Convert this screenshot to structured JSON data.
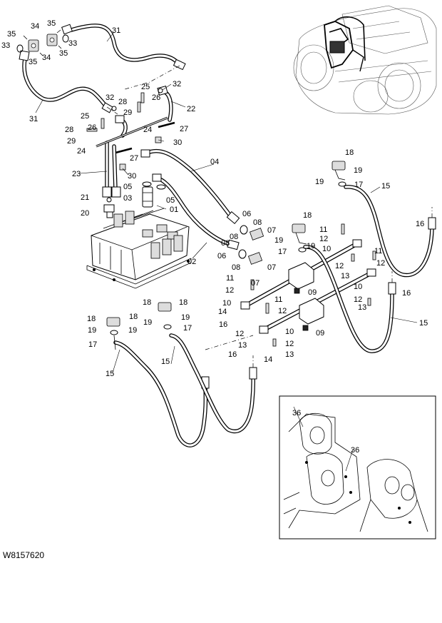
{
  "figure_id": "W8157620",
  "callouts": {
    "c01": "01",
    "c02": "02",
    "c03": "03",
    "c04": "04",
    "c05a": "05",
    "c05b": "05",
    "c06a": "06",
    "c06b": "06",
    "c07a": "07",
    "c07b": "07",
    "c07c": "07",
    "c08a": "08",
    "c08b": "08",
    "c08c": "08",
    "c08d": "08",
    "c09a": "09",
    "c09b": "09",
    "c10a": "10",
    "c10b": "10",
    "c10c": "10",
    "c10d": "10",
    "c11a": "11",
    "c11b": "11",
    "c11c": "11",
    "c11d": "11",
    "c12a": "12",
    "c12b": "12",
    "c12c": "12",
    "c12d": "12",
    "c12e": "12",
    "c12f": "12",
    "c12g": "12",
    "c12h": "12",
    "c13a": "13",
    "c13b": "13",
    "c13c": "13",
    "c13d": "13",
    "c14a": "14",
    "c14b": "14",
    "c15a": "15",
    "c15b": "15",
    "c15c": "15",
    "c15d": "15",
    "c16a": "16",
    "c16b": "16",
    "c16c": "16",
    "c16d": "16",
    "c17a": "17",
    "c17b": "17",
    "c17c": "17",
    "c17d": "17",
    "c18a": "18",
    "c18b": "18",
    "c18c": "18",
    "c18d": "18",
    "c18e": "18",
    "c18f": "18",
    "c19a": "19",
    "c19b": "19",
    "c19c": "19",
    "c19d": "19",
    "c19e": "19",
    "c19f": "19",
    "c19g": "19",
    "c19h": "19",
    "c20": "20",
    "c21": "21",
    "c22": "22",
    "c23": "23",
    "c24a": "24",
    "c24b": "24",
    "c25a": "25",
    "c25b": "25",
    "c26a": "26",
    "c26b": "26",
    "c27a": "27",
    "c27b": "27",
    "c28a": "28",
    "c28b": "28",
    "c29a": "29",
    "c29b": "29",
    "c30a": "30",
    "c30b": "30",
    "c31a": "31",
    "c31b": "31",
    "c32a": "32",
    "c32b": "32",
    "c33a": "33",
    "c33b": "33",
    "c34a": "34",
    "c34b": "34",
    "c35a": "35",
    "c35b": "35",
    "c35c": "35",
    "c35d": "35",
    "c36a": "36",
    "c36b": "36"
  }
}
